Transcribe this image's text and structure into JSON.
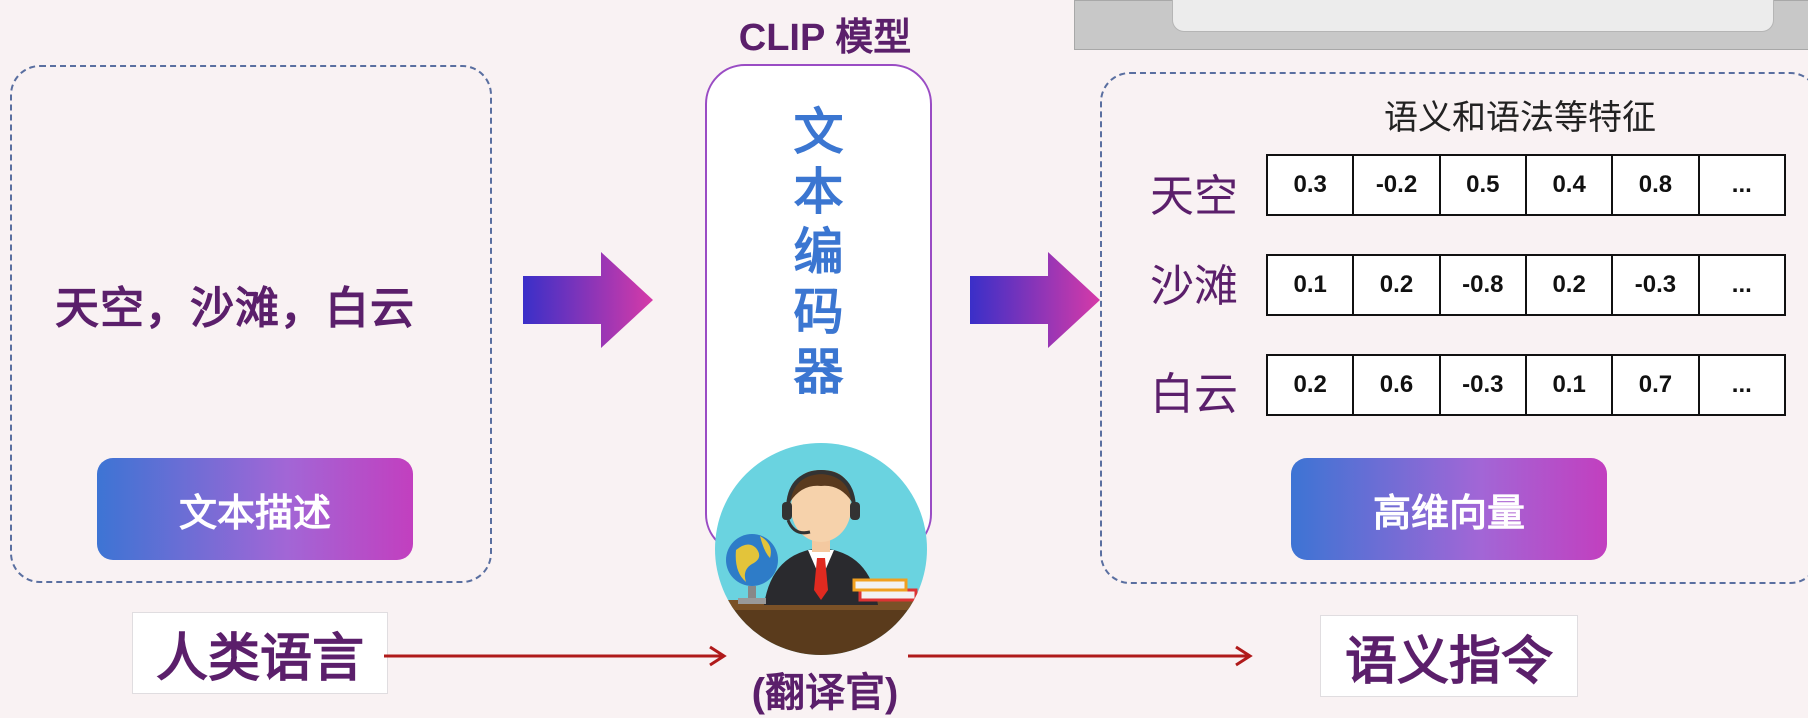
{
  "clip_model": {
    "title": "CLIP 模型"
  },
  "encoder": {
    "chars": [
      "文",
      "本",
      "编",
      "码",
      "器"
    ]
  },
  "input": {
    "words": "天空，沙滩，白云",
    "button_label": "文本描述"
  },
  "output": {
    "feature_title": "语义和语法等特征",
    "rows": [
      {
        "label": "天空",
        "values": [
          "0.3",
          "-0.2",
          "0.5",
          "0.4",
          "0.8",
          "..."
        ]
      },
      {
        "label": "沙滩",
        "values": [
          "0.1",
          "0.2",
          "-0.8",
          "0.2",
          "-0.3",
          "..."
        ]
      },
      {
        "label": "白云",
        "values": [
          "0.2",
          "0.6",
          "-0.3",
          "0.1",
          "0.7",
          "..."
        ]
      }
    ],
    "button_label": "高维向量"
  },
  "bottom": {
    "human_language": "人类语言",
    "translator": "(翻译官)",
    "semantic_instruction": "语义指令"
  },
  "colors": {
    "title_purple": "#5b1f6b",
    "encoder_blue": "#3b76d1",
    "gradient_start": "#3d74d4",
    "gradient_end": "#c23fbf",
    "thin_arrow_red": "#b01a1a"
  }
}
